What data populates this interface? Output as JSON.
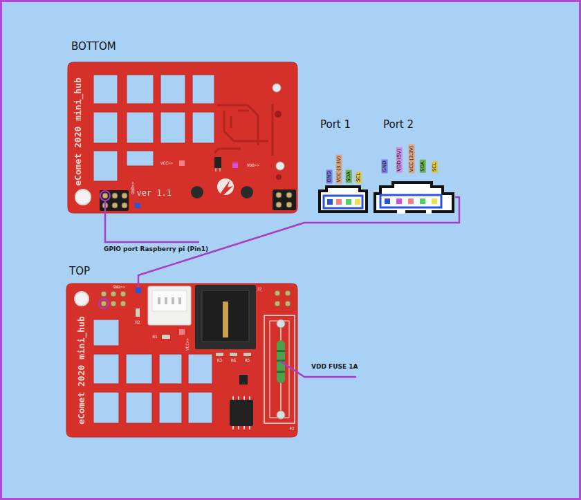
{
  "diagram": {
    "nodes": [
      {
        "text": [
          "BOTTOM",
          "eComet 2020 mini_hub"
        ]
      },
      {
        "text": [
          "TOP",
          "eComet 2020 mini_hub"
        ]
      },
      {
        "text": [
          "Port 1"
        ]
      },
      {
        "text": [
          "Port 2"
        ]
      }
    ],
    "edges": [
      {
        "from": 1,
        "to": 3,
        "arrow": "none"
      }
    ],
    "labels": [
      "ver 1.1",
      "GND>>",
      "VCC>>",
      "VDD>>",
      "GPIO port Raspberry pi (Pin1)",
      "GND>>",
      "VCC>>",
      "R1",
      "R2",
      "R3",
      "R5",
      "R6",
      "J2",
      "F2",
      "GND",
      "VCC (3.3V)",
      "SDA",
      "SCL",
      "GND",
      "VDD (5V)",
      "VCC (3.3V)",
      "SDA",
      "SCL",
      "VDD FUSE 1A"
    ]
  }
}
